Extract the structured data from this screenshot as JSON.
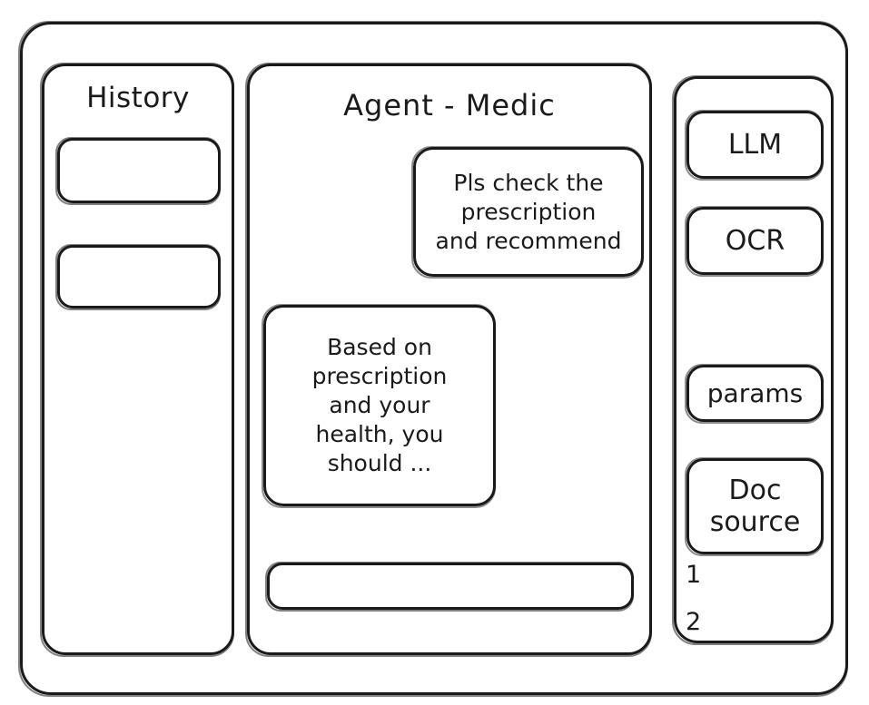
{
  "window": {
    "title": "Agent - Medic"
  },
  "sidebar_left": {
    "title": "History",
    "items": [
      {
        "label": ""
      },
      {
        "label": ""
      }
    ]
  },
  "main": {
    "title": "Agent - Medic",
    "messages": [
      {
        "role": "user",
        "lines": [
          "Pls check the",
          "prescription",
          "and recommend"
        ]
      },
      {
        "role": "assistant",
        "lines": [
          "Based on",
          "prescription",
          "and your",
          "health, you",
          "should ..."
        ]
      }
    ],
    "composer": {
      "value": "",
      "placeholder": ""
    }
  },
  "sidebar_right": {
    "tools": [
      {
        "name": "llm",
        "label": "LLM"
      },
      {
        "name": "ocr",
        "label": "OCR"
      },
      {
        "name": "params",
        "label": "params"
      }
    ],
    "doc_source": {
      "lines": [
        "Doc",
        "source"
      ],
      "markers": [
        "1",
        "2"
      ]
    }
  },
  "colors": {
    "stroke": "#1a1a1a",
    "background": "#ffffff"
  }
}
